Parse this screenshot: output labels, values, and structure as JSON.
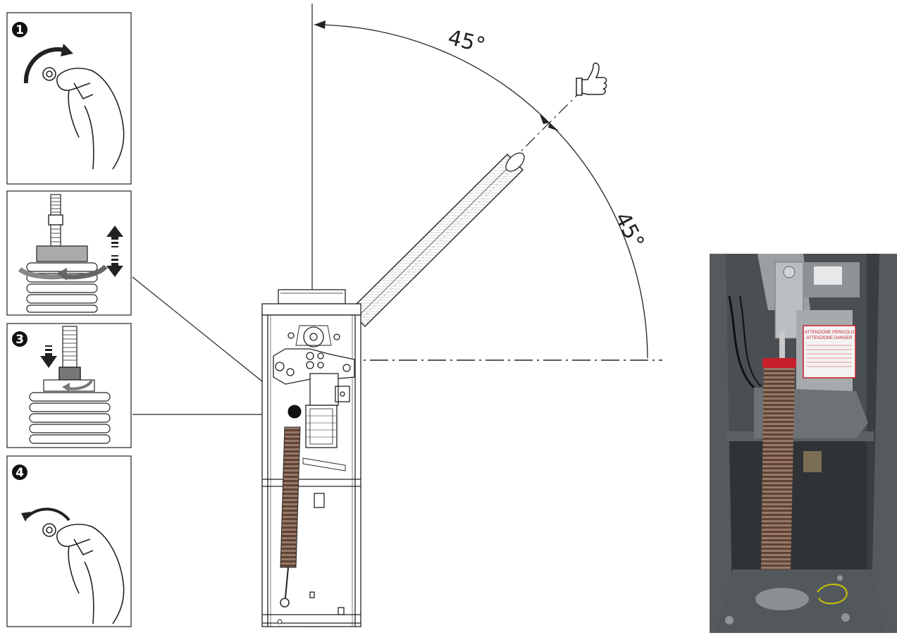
{
  "steps": [
    {
      "number": "1",
      "icon": "unlock-key-icon"
    },
    {
      "number": "",
      "icon": "spring-adjust-icon"
    },
    {
      "number": "3",
      "icon": "nut-tighten-icon"
    },
    {
      "number": "4",
      "icon": "lock-key-icon"
    }
  ],
  "angles": {
    "upper": "45°",
    "lower": "45°"
  },
  "photo": {
    "label_line1": "ATTENZIONE PERICOLO",
    "label_line2": "ATTENZIONE DANGER"
  },
  "colors": {
    "line": "#222222",
    "photo_bg": "#3a3e42",
    "spring": "#8a6a58",
    "accent_red": "#c8202a"
  }
}
